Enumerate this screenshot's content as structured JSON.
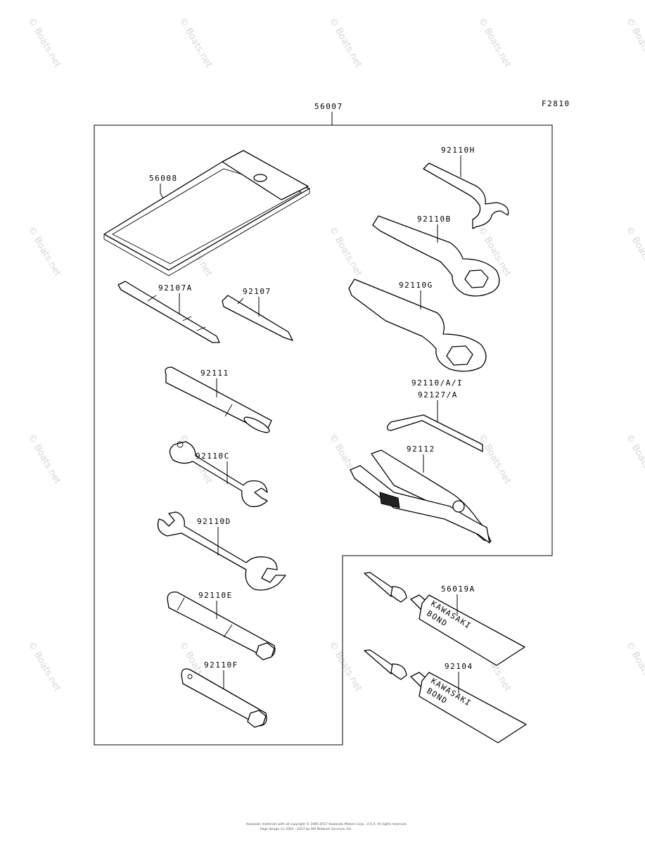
{
  "diagram_code": "F2810",
  "assembly_label": "56007",
  "part_labels": {
    "pouch": "56008",
    "spanner_hook": "92110H",
    "box_wrench_b": "92110B",
    "box_wrench_g": "92110G",
    "screwdriver_a": "92107A",
    "screwdriver": "92107",
    "handle": "92111",
    "open_wrench_c": "92110C",
    "open_wrench_d": "92110D",
    "hex_wrench_line1": "92110/A/I",
    "hex_wrench_line2": "92127/A",
    "pliers": "92112",
    "socket_e": "92110E",
    "socket_f": "92110F",
    "bond_a": "56019A",
    "bond": "92104"
  },
  "tube_text_line1": "KAWASAKI",
  "tube_text_line2": "BOND",
  "watermark": "© Boats.net",
  "footer_line1": "Kawasaki materials with all copyright © 1985-2017 Kawasaki Motors Corp., U.S.A. All rights reserved.",
  "footer_line2": "Page design (c) 2001 - 2017 by ARI Network Services, Inc."
}
